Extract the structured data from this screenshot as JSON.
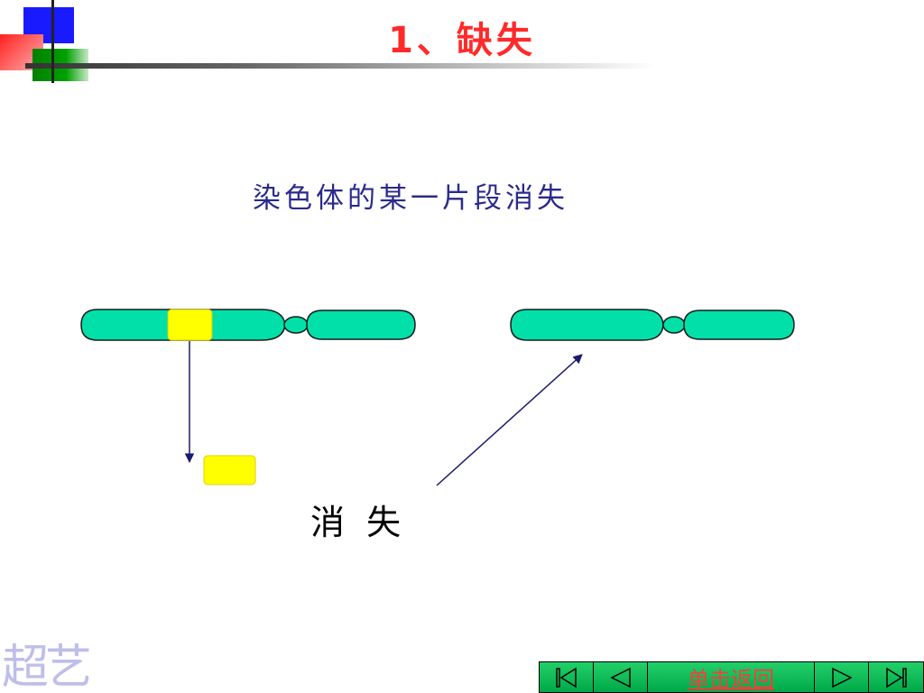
{
  "title": "1、缺失",
  "subtitle": "染色体的某一片段消失",
  "vanish_label": "消  失",
  "colors": {
    "title": "#ff2a2a",
    "subtitle": "#2a2a8c",
    "chromosome": "#00e0a8",
    "deleted_segment": "#ffff00",
    "arrow": "#1a1a6e",
    "nav_button": "#00b050",
    "nav_link": "#ff3a3a"
  },
  "logo": {
    "text": "超艺"
  },
  "navigation": {
    "first_icon": "skip-to-first-icon",
    "prev_icon": "previous-icon",
    "return_label": "单击返回",
    "next_icon": "next-icon",
    "last_icon": "skip-to-last-icon"
  }
}
